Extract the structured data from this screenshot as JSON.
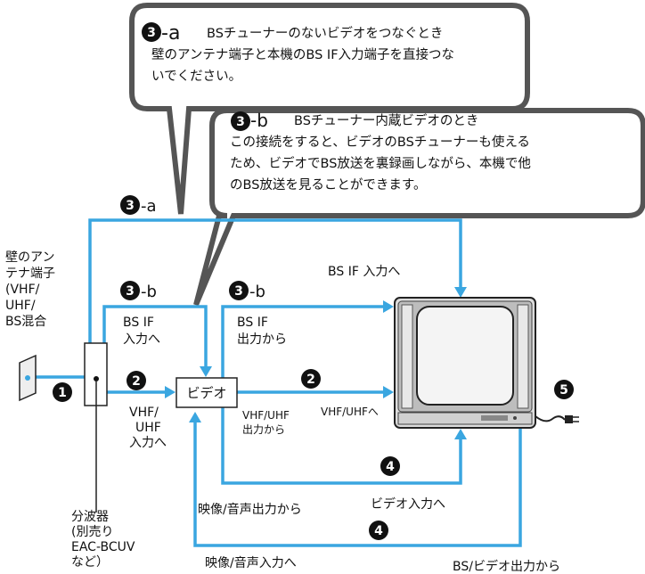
{
  "callout_a": {
    "badge": "3",
    "suffix": "-a",
    "lines": [
      "BSチューナーのないビデオをつなぐとき",
      "壁のアンテナ端子と本機のBS IF入力端子を直接つな",
      "いでください。"
    ]
  },
  "callout_b": {
    "badge": "3",
    "suffix": "-b",
    "lines": [
      "BSチューナー内蔵ビデオのとき",
      "この接続をすると、ビデオのBSチューナーも使える",
      "ため、ビデオでBS放送を裏録画しながら、本機で他",
      "のBS放送を見ることができます。"
    ]
  },
  "wall": {
    "lines": [
      "壁のアン",
      "テナ端子",
      "(VHF/",
      "UHF/",
      "BS混合"
    ]
  },
  "splitter": {
    "lines": [
      "分波器",
      "(別売り",
      "EAC-BCUV",
      "など）"
    ]
  },
  "video_box": "ビデオ",
  "steps": {
    "s1": "1",
    "s2": "2",
    "s3": "3",
    "s4": "4",
    "s5": "5"
  },
  "suffix_a": "-a",
  "suffix_b": "-b",
  "labels": {
    "bs_if_input_to_tv": "BS IF 入力へ",
    "bs_if_in_1": "BS IF",
    "bs_if_in_2": "入力へ",
    "bs_if_out_1": "BS IF",
    "bs_if_out_2": "出力から",
    "vhf_in_1": "VHF/",
    "vhf_in_2": "UHF",
    "vhf_in_3": "入力へ",
    "vhf_out_1": "VHF/UHF",
    "vhf_out_2": "出力から",
    "vhf_to_tv": "VHF/UHFへ",
    "av_out": "映像/音声出力から",
    "video_in": "ビデオ入力へ",
    "av_in": "映像/音声入力へ",
    "bs_video_out": "BS/ビデオ出力から"
  },
  "colors": {
    "line": "#3aa6e0",
    "badge": "#111111",
    "callout_border": "#555555"
  }
}
